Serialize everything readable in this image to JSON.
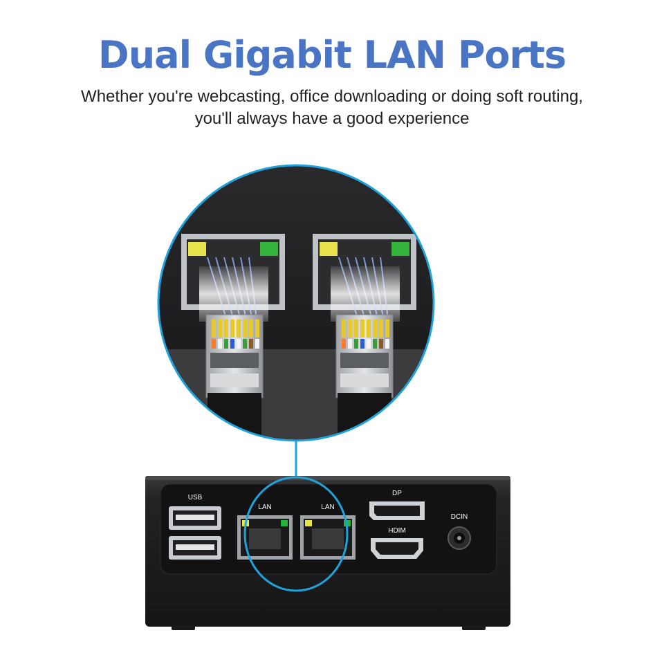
{
  "header": {
    "title": "Dual Gigabit LAN Ports",
    "subtitle_line1": "Whether you're webcasting, office downloading or doing soft routing,",
    "subtitle_line2": "you'll always have a good experience"
  },
  "device": {
    "labels": {
      "usb": "USB",
      "lan1": "LAN",
      "lan2": "LAN",
      "dp": "DP",
      "hdmi": "HDIM",
      "dcin": "DCIN"
    }
  },
  "colors": {
    "title_blue": "#4a74c4",
    "highlight_ring": "#1fa3dc",
    "led_yellow": "#e6e64a",
    "led_green": "#27b43c",
    "device_body": "#2b2b2d"
  },
  "icons": [
    "magnify-circle-icon",
    "rj45-port-icon",
    "rj45-plug-icon",
    "usb-port-icon",
    "displayport-icon",
    "hdmi-port-icon",
    "dc-jack-icon"
  ]
}
